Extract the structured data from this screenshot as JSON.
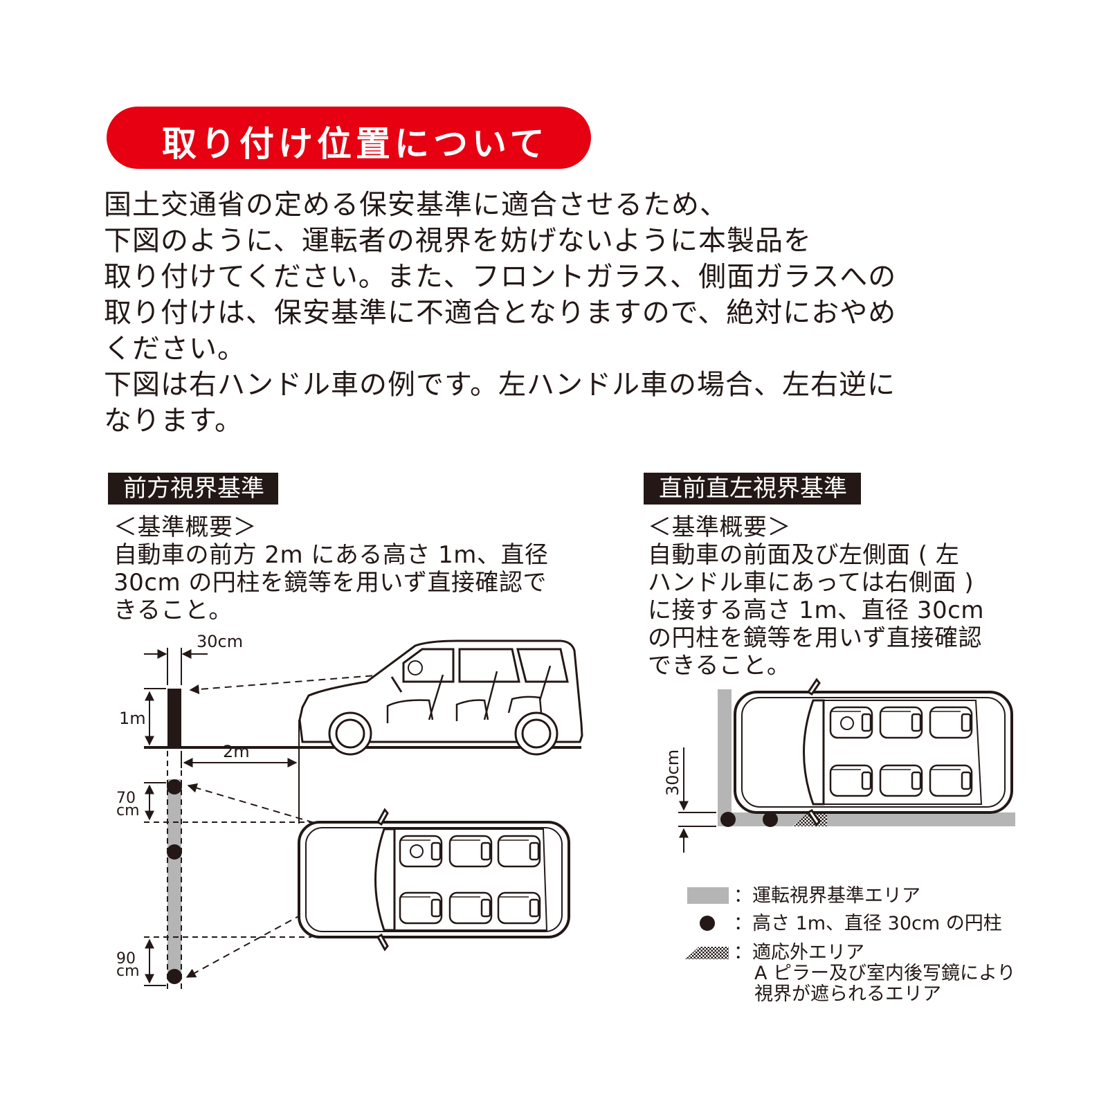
{
  "title": "取り付け位置について",
  "intro_lines": [
    "国土交通省の定める保安基準に適合させるため、",
    "下図のように、運転者の視界を妨げないように本製品を",
    "取り付けてください。また、フロントガラス、側面ガラスへの",
    "取り付けは、保安基準に不適合となりますので、絶対におやめ",
    "ください。",
    "下図は右ハンドル車の例です。左ハンドル車の場合、左右逆に",
    "なります。"
  ],
  "front": {
    "tag": "前方視界基準",
    "summary_lines": [
      "＜基準概要＞",
      "自動車の前方 2m にある高さ 1m、直径",
      "30cm の円柱を鏡等を用いず直接確認で",
      "きること。"
    ],
    "labels": {
      "width": "30cm",
      "height": "1m",
      "distance": "2m",
      "d70a": "70",
      "d70b": "cm",
      "d90a": "90",
      "d90b": "cm"
    }
  },
  "side": {
    "tag": "直前直左視界基準",
    "summary_lines": [
      "＜基準概要＞",
      "自動車の前面及び左側面 ( 左",
      "ハンドル車にあっては右側面 )",
      "に接する高さ 1m、直径 30cm",
      "の円柱を鏡等を用いず直接確認",
      "できること。"
    ],
    "labels": {
      "width": "30cm"
    }
  },
  "legend": {
    "area": "：運転視界基準エリア",
    "pillar": "：高さ 1m、直径 30cm の円柱",
    "excluded": [
      "：適応外エリア",
      "A ピラー及び室内後写鏡により",
      "視界が遮られるエリア"
    ]
  },
  "colors": {
    "accent": "#e60012",
    "ink": "#231815",
    "area_gray": "#b5b5b5"
  }
}
